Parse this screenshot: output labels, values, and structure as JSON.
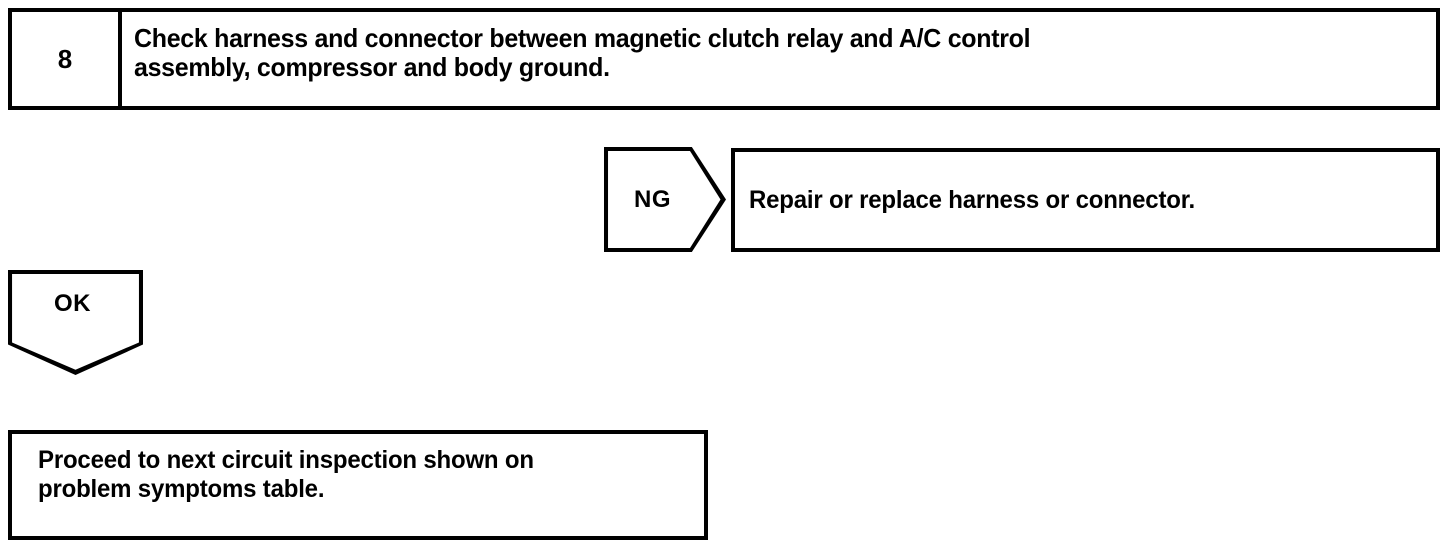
{
  "flowchart": {
    "step": {
      "number": "8",
      "instruction": "Check harness and connector between magnetic clutch relay and A/C control\nassembly, compressor and body ground."
    },
    "branches": [
      {
        "tag": "NG",
        "tag_shape": "pentagon-right",
        "action": "Repair or replace harness or connector."
      },
      {
        "tag": "OK",
        "tag_shape": "pentagon-down",
        "action": "Proceed to next circuit inspection shown on\nproblem symptoms table."
      }
    ]
  },
  "colors": {
    "ink": "#000000",
    "paper": "#ffffff"
  }
}
